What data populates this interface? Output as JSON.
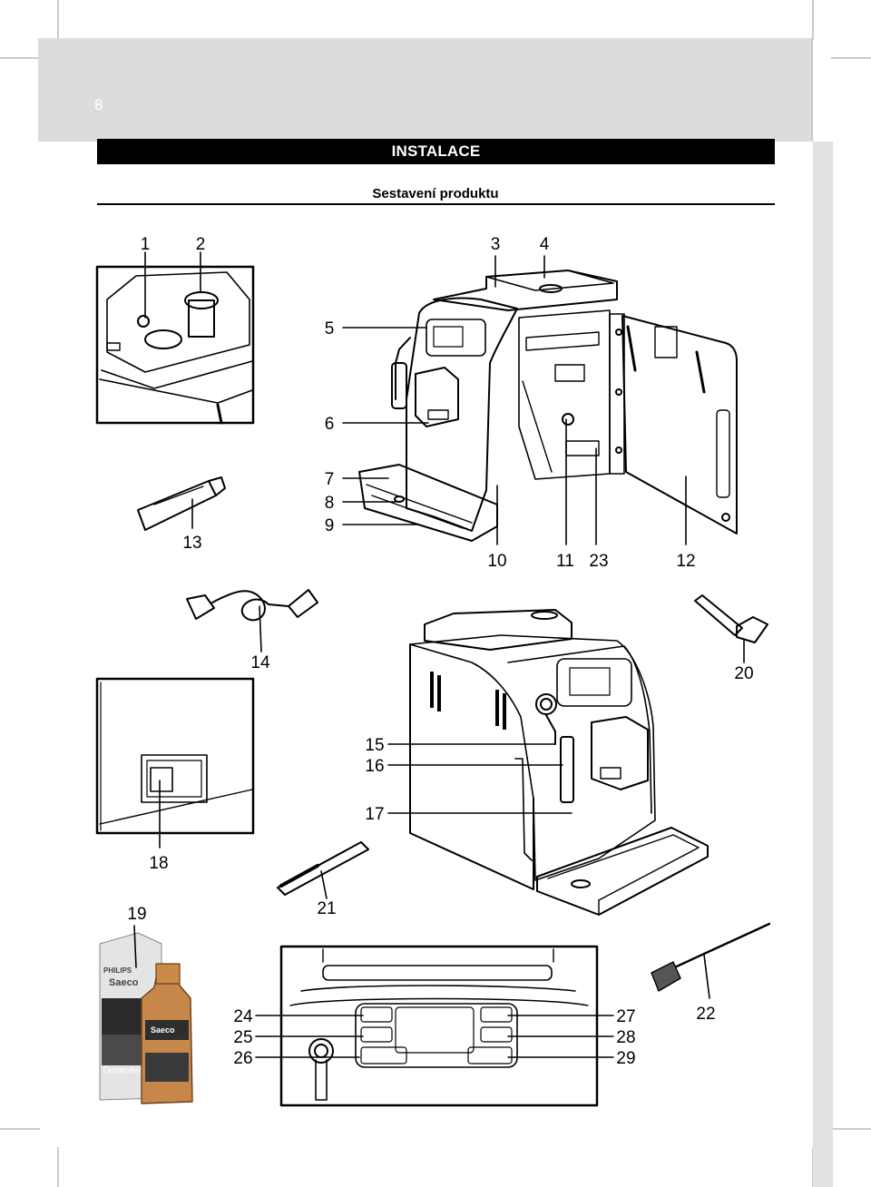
{
  "page": {
    "number": "8"
  },
  "section": {
    "title": "INSTALACE"
  },
  "subsection": {
    "title": "Sestavení produktu"
  },
  "callouts": {
    "c1": "1",
    "c2": "2",
    "c3": "3",
    "c4": "4",
    "c5": "5",
    "c6": "6",
    "c7": "7",
    "c8": "8",
    "c9": "9",
    "c10": "10",
    "c11": "11",
    "c12": "12",
    "c13": "13",
    "c14": "14",
    "c15": "15",
    "c16": "16",
    "c17": "17",
    "c18": "18",
    "c19": "19",
    "c20": "20",
    "c21": "21",
    "c22": "22",
    "c23": "23",
    "c24": "24",
    "c25": "25",
    "c26": "26",
    "c27": "27",
    "c28": "28",
    "c29": "29"
  },
  "product_labels": {
    "brand": "PHILIPS",
    "brand2": "Saeco",
    "product": "Decalcifier",
    "bottle_brand": "Saeco"
  },
  "colors": {
    "header_band": "#dcdcdc",
    "section_bar": "#000000",
    "line": "#000000"
  }
}
